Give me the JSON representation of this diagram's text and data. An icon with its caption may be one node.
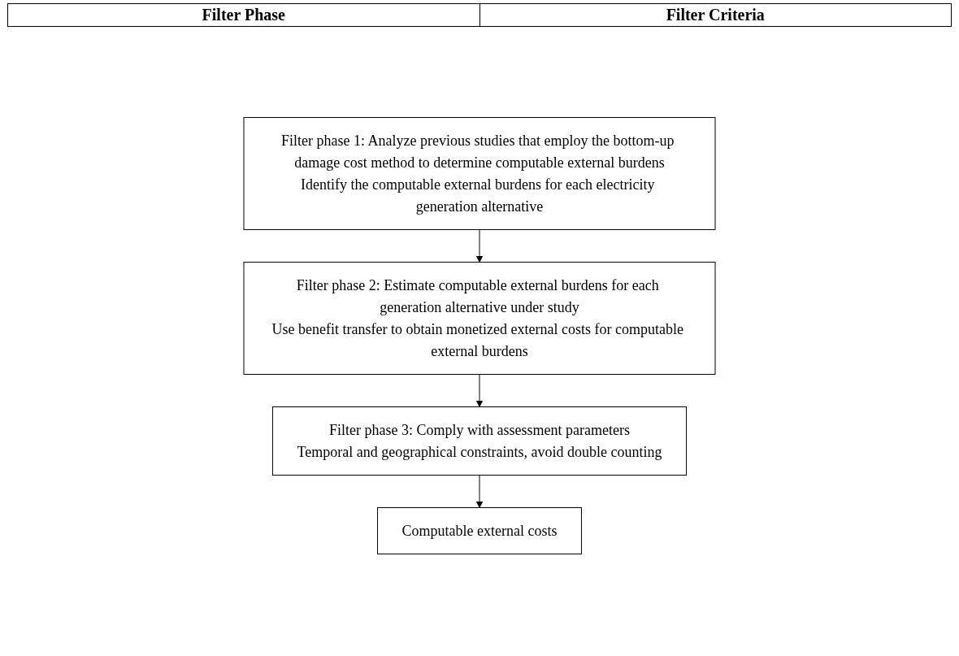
{
  "diagram": {
    "nodes": [
      {
        "text": [
          "Filter phase 1: Analyze previous studies that employ the bottom-up damage cost method to determine computable external burdens",
          "Identify the computable external burdens for each electricity generation alternative"
        ]
      },
      {
        "text": [
          "Filter phase 2: Estimate computable external burdens for each generation alternative under study",
          "Use benefit transfer to obtain monetized external costs for computable external burdens"
        ]
      },
      {
        "text": [
          "Filter phase 3: Comply with assessment parameters",
          "Temporal and geographical constraints, avoid double counting"
        ]
      },
      {
        "text": [
          "Computable external costs"
        ]
      }
    ],
    "edges": [
      {
        "from": 0,
        "to": 1,
        "arrow": "to"
      },
      {
        "from": 1,
        "to": 2,
        "arrow": "to"
      },
      {
        "from": 2,
        "to": 3,
        "arrow": "to"
      }
    ],
    "labels": [
      "Filter Phase",
      "Filter Criteria"
    ]
  }
}
